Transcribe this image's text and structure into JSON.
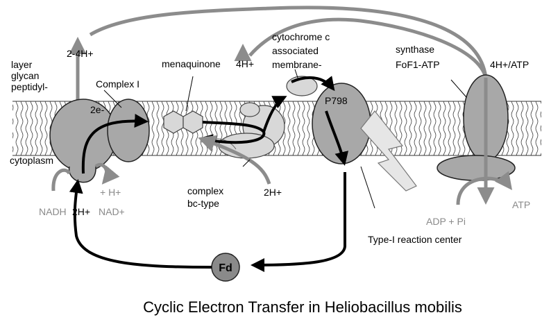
{
  "caption": "Cyclic Electron Transfer in Heliobacillus mobilis",
  "labels": {
    "peptidyl": "peptidyl-",
    "glycan": "glycan",
    "layer": "layer",
    "cytoplasm": "cytoplasm",
    "complex_i": "Complex I",
    "two_e": "2e-",
    "two_4h": "2-4H+",
    "menaquinone": "menaquinone",
    "four_h_top": "4H+",
    "membrane": "membrane-",
    "associated": "associated",
    "cytochrome_c": "cytochrome c",
    "p798": "P798",
    "synthase": "synthase",
    "fofl_atp": "FoF1-ATP",
    "four_h_atp": "4H+/ATP",
    "h_plus": "+ H+",
    "nadh": "NADH",
    "two_h_bottom": "2H+",
    "nad_plus": "NAD+",
    "complex": "complex",
    "bc_type": "bc-type",
    "two_h_bc": "2H+",
    "fd": "Fd",
    "type1_rc": "Type-I reaction center",
    "adp_pi": "ADP + Pi",
    "atp": "ATP"
  },
  "colors": {
    "membrane_lines": "#1a1a1a",
    "complex_fill": "#a8a8a8",
    "light_fill": "#d8d8d8",
    "arrow_grey": "#8c8c8c",
    "arrow_black": "#000000",
    "fd_fill": "#8a8a8a"
  }
}
